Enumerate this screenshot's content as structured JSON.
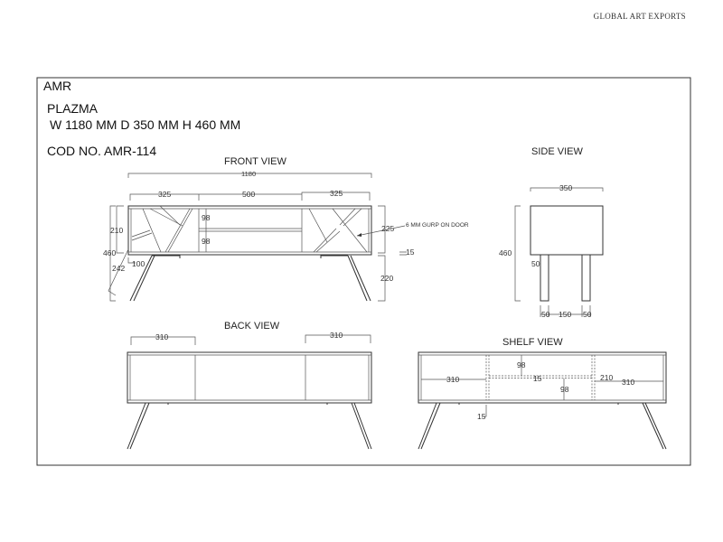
{
  "brand": "GLOBAL ART EXPORTS",
  "header": {
    "code_short": "AMR",
    "product_name": "PLAZMA",
    "dimensions": "W 1180 MM D 350 MM H 460 MM",
    "code_no": "COD NO. AMR-114"
  },
  "front_view": {
    "title": "FRONT VIEW",
    "dims": {
      "overall_width": "1180",
      "left_door": "325",
      "middle": "500",
      "right_door": "325",
      "height_box_left": "210",
      "overall_height": "460",
      "leg_diag": "242",
      "leg_offset": "100",
      "shelf_top": "98",
      "shelf_bottom": "98",
      "height_box_right": "225",
      "top_thickness": "15",
      "leg_height": "220"
    },
    "note": "6 MM GURP ON DOOR"
  },
  "side_view": {
    "title": "SIDE VIEW",
    "dims": {
      "depth": "350",
      "height": "460",
      "leg_top": "50",
      "leg_left": "50",
      "gap": "150",
      "leg_right": "50"
    }
  },
  "back_view": {
    "title": "BACK VIEW",
    "dims": {
      "left": "310",
      "right": "310"
    }
  },
  "shelf_view": {
    "title": "SHELF VIEW",
    "dims": {
      "left": "310",
      "shelf_top": "98",
      "shelf_thickness": "15",
      "shelf_bottom": "98",
      "right_height": "210",
      "right": "310",
      "base": "15"
    }
  }
}
